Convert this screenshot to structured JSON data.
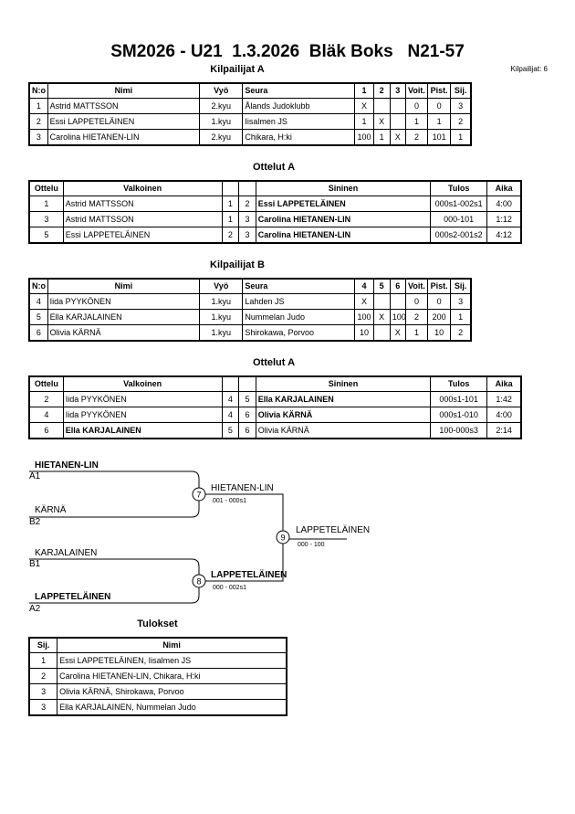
{
  "title": "SM2026 - U21  1.3.2026  Bläk Boks   N21-57",
  "competitor_count": "Kilpailijat: 6",
  "pool_a": {
    "heading": "Kilpailijat A",
    "headers": [
      "N:o",
      "Nimi",
      "Vyö",
      "Seura",
      "1",
      "2",
      "3",
      "Voit.",
      "Pist.",
      "Sij."
    ],
    "rows": [
      [
        "1",
        "Astrid MATTSSON",
        "2.kyu",
        "Ålands Judoklubb",
        "X",
        "",
        "",
        "0",
        "0",
        "3"
      ],
      [
        "2",
        "Essi LAPPETELÄINEN",
        "1.kyu",
        "Iisalmen JS",
        "1",
        "X",
        "",
        "1",
        "1",
        "2"
      ],
      [
        "3",
        "Carolina HIETANEN-LIN",
        "2.kyu",
        "Chikara, H:ki",
        "100",
        "1",
        "X",
        "2",
        "101",
        "1"
      ]
    ]
  },
  "matches_a": {
    "heading": "Ottelut A",
    "headers": [
      "Ottelu",
      "Valkoinen",
      "",
      "",
      "Sininen",
      "Tulos",
      "Aika"
    ],
    "rows": [
      {
        "no": "1",
        "white": "Astrid MATTSSON",
        "w": "1",
        "b": "2",
        "blue": "Essi LAPPETELÄINEN",
        "result": "000s1-002s1",
        "time": "4:00",
        "winner": "blue"
      },
      {
        "no": "3",
        "white": "Astrid MATTSSON",
        "w": "1",
        "b": "3",
        "blue": "Carolina HIETANEN-LIN",
        "result": "000-101",
        "time": "1:12",
        "winner": "blue"
      },
      {
        "no": "5",
        "white": "Essi LAPPETELÄINEN",
        "w": "2",
        "b": "3",
        "blue": "Carolina HIETANEN-LIN",
        "result": "000s2-001s2",
        "time": "4:12",
        "winner": "blue"
      }
    ]
  },
  "pool_b": {
    "heading": "Kilpailijat B",
    "headers": [
      "N:o",
      "Nimi",
      "Vyö",
      "Seura",
      "4",
      "5",
      "6",
      "Voit.",
      "Pist.",
      "Sij."
    ],
    "rows": [
      [
        "4",
        "Iida PYYKÖNEN",
        "1.kyu",
        "Lahden JS",
        "X",
        "",
        "",
        "0",
        "0",
        "3"
      ],
      [
        "5",
        "Ella KARJALAINEN",
        "1.kyu",
        "Nummelan Judo",
        "100",
        "X",
        "100",
        "2",
        "200",
        "1"
      ],
      [
        "6",
        "Olivia KÄRNÄ",
        "1.kyu",
        "Shirokawa, Porvoo",
        "10",
        "",
        "X",
        "1",
        "10",
        "2"
      ]
    ]
  },
  "matches_b": {
    "heading": "Ottelut A",
    "headers": [
      "Ottelu",
      "Valkoinen",
      "",
      "",
      "Sininen",
      "Tulos",
      "Aika"
    ],
    "rows": [
      {
        "no": "2",
        "white": "Iida PYYKÖNEN",
        "w": "4",
        "b": "5",
        "blue": "Ella KARJALAINEN",
        "result": "000s1-101",
        "time": "1:42",
        "winner": "blue"
      },
      {
        "no": "4",
        "white": "Iida PYYKÖNEN",
        "w": "4",
        "b": "6",
        "blue": "Olivia KÄRNÄ",
        "result": "000s1-010",
        "time": "4:00",
        "winner": "blue"
      },
      {
        "no": "6",
        "white": "Ella KARJALAINEN",
        "w": "5",
        "b": "6",
        "blue": "Olivia KÄRNÄ",
        "result": "100-000s3",
        "time": "2:14",
        "winner": "white"
      }
    ]
  },
  "bracket": {
    "sf1_top": "HIETANEN-LIN",
    "sf1_top_seed": "A1",
    "sf1_bot": "KÄRNÄ",
    "sf1_bot_seed": "B2",
    "sf1_no": "7",
    "sf1_winner": "HIETANEN-LIN",
    "sf1_score": "001 - 000s1",
    "sf2_top": "KARJALAINEN",
    "sf2_top_seed": "B1",
    "sf2_bot": "LAPPETELÄINEN",
    "sf2_bot_seed": "A2",
    "sf2_no": "8",
    "sf2_winner": "LAPPETELÄINEN",
    "sf2_score": "000 - 002s1",
    "final_no": "9",
    "final_winner": "LAPPETELÄINEN",
    "final_score": "000 - 100"
  },
  "results": {
    "heading": "Tulokset",
    "headers": [
      "Sij.",
      "Nimi"
    ],
    "rows": [
      [
        "1",
        "Essi LAPPETELÄINEN, Iisalmen JS"
      ],
      [
        "2",
        "Carolina HIETANEN-LIN, Chikara, H:ki"
      ],
      [
        "3",
        "Olivia KÄRNÄ, Shirokawa, Porvoo"
      ],
      [
        "3",
        "Ella KARJALAINEN, Nummelan Judo"
      ]
    ]
  }
}
